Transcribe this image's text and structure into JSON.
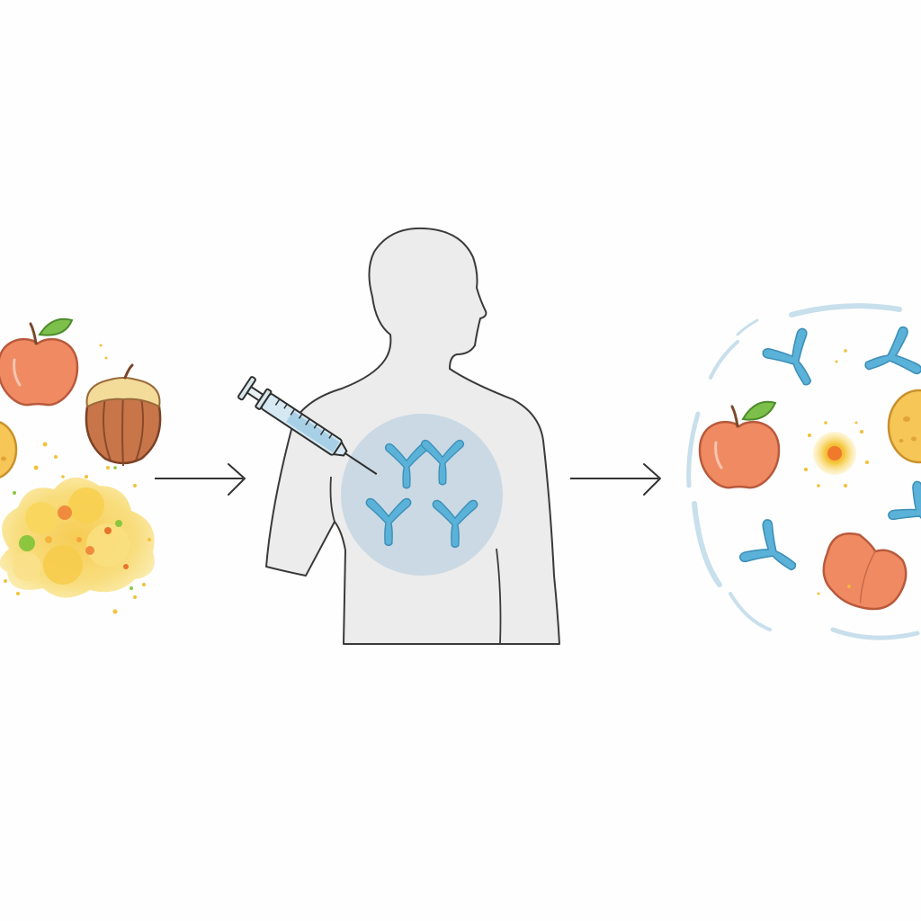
{
  "diagram": {
    "stages": [
      {
        "id": "food-allergens",
        "icons": [
          "apple-icon",
          "hazelnut-icon",
          "yellow-fruit-icon",
          "allergen-pollen-cloud-icon"
        ]
      },
      {
        "id": "immunotherapy-injection",
        "icons": [
          "human-silhouette-icon",
          "syringe-icon",
          "antibody-icon"
        ]
      },
      {
        "id": "immune-tolerance",
        "icons": [
          "apple-icon",
          "peach-icon",
          "yellow-fruit-icon",
          "antibody-icon",
          "allergen-particle-icon"
        ]
      }
    ],
    "arrows": [
      {
        "from": "food-allergens",
        "to": "immunotherapy-injection"
      },
      {
        "from": "immunotherapy-injection",
        "to": "immune-tolerance"
      }
    ]
  },
  "colors": {
    "background": "#fefefe",
    "outline": "#333333",
    "apple_fill": "#f08a62",
    "apple_stroke": "#b85a3c",
    "leaf": "#7cbf4a",
    "hazelnut_fill": "#c8754a",
    "hazelnut_cap": "#f3dc9a",
    "pollen_yellow": "#f6d460",
    "pollen_light": "#fbe9a2",
    "pollen_orange": "#f08a3c",
    "pollen_green": "#8cc63f",
    "body_fill": "#ececec",
    "body_stroke": "#3a3a3a",
    "body_circle": "#c4d6e2",
    "antibody": "#5ab2d8",
    "antibody_dark": "#3d8fb8",
    "syringe_barrel": "#d6e8f2",
    "tolerance_ring": "#c8dfec"
  }
}
